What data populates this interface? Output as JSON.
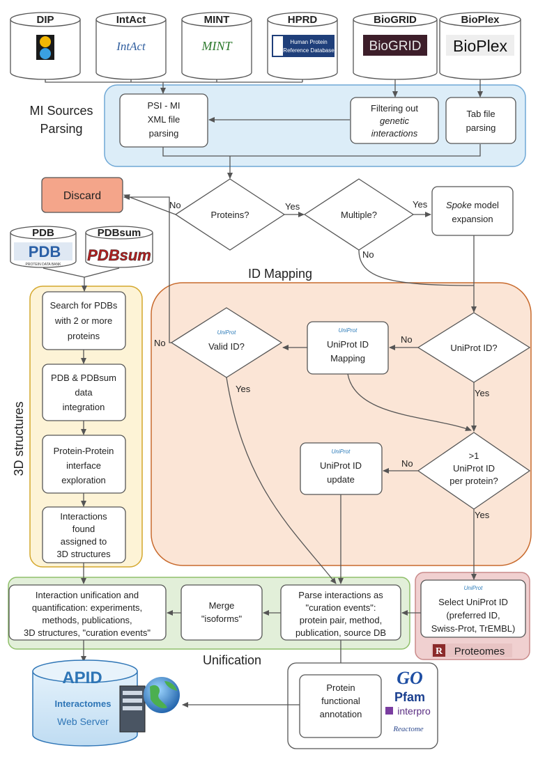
{
  "sources": {
    "dip": "DIP",
    "intact": "IntAct",
    "mint": "MINT",
    "hprd": "HPRD",
    "biogrid": "BioGRID",
    "bioplex": "BioPlex",
    "intact_logo": "IntAct",
    "mint_logo": "MINT",
    "hprd_logo_1": "Human Protein",
    "hprd_logo_2": "Reference Database",
    "biogrid_logo": "BioGRID",
    "bioplex_logo": "BioPlex"
  },
  "sections": {
    "mi_sources": [
      "MI Sources",
      "Parsing"
    ],
    "id_mapping": "ID Mapping",
    "structures_3d": "3D structures",
    "unification": "Unification"
  },
  "boxes": {
    "psi_mi": [
      "PSI - MI",
      "XML file",
      "parsing"
    ],
    "filtering": [
      "Filtering out",
      "genetic",
      "interactions"
    ],
    "tab_file": [
      "Tab file",
      "parsing"
    ],
    "discard": "Discard",
    "spoke": [
      "Spoke",
      "model",
      "expansion"
    ],
    "uniprot_mapping": [
      "UniProt ID",
      "Mapping"
    ],
    "uniprot_update": [
      "UniProt ID",
      "update"
    ],
    "search_pdb": [
      "Search for PDBs",
      "with 2 or more",
      "proteins"
    ],
    "pdb_integration": [
      "PDB & PDBsum",
      "data",
      "integration"
    ],
    "ppi_interface": [
      "Protein-Protein",
      "interface",
      "exploration"
    ],
    "interactions_found": [
      "Interactions",
      "found",
      "assigned to",
      "3D structures"
    ],
    "unify": [
      "Interaction unification and",
      "quantification: experiments,",
      "methods, publications,",
      "3D structures, \"curation events\""
    ],
    "merge": [
      "Merge",
      "\"isoforms\""
    ],
    "parse_events": [
      "Parse interactions as",
      "\"curation events\":",
      "protein pair, method,",
      "publication, source DB"
    ],
    "select_uniprot": [
      "Select UniProt ID",
      "(preferred ID,",
      "Swiss-Prot, TrEMBL)"
    ],
    "functional": [
      "Protein",
      "functional",
      "annotation"
    ]
  },
  "decisions": {
    "proteins": "Proteins?",
    "multiple": "Multiple?",
    "uniprot_id": "UniProt ID?",
    "valid_id": "Valid ID?",
    "gt1": [
      ">1",
      "UniProt ID",
      "per protein?"
    ]
  },
  "edge_labels": {
    "yes": "Yes",
    "no": "No"
  },
  "pdb_sources": {
    "pdb": "PDB",
    "pdbsum": "PDBsum",
    "pdb_logo": "PDB",
    "pdb_logo_sub": "PROTEIN DATA BANK",
    "pdbsum_logo": "PDBsum"
  },
  "uniprot_badge": "UniProt",
  "proteomes": "Proteomes",
  "annotation_logos": {
    "go": "GO",
    "pfam": "Pfam",
    "interpro": "interpro",
    "reactome": "Reactome"
  },
  "apid": {
    "title": "APID",
    "line1": "Interactomes",
    "line2": "Web Server"
  },
  "colors": {
    "mi_fill": "#dcedf8",
    "mi_stroke": "#6fa8d6",
    "mi_text": "#2e75b6",
    "idmap_fill": "#fbe5d6",
    "idmap_stroke": "#c86a2d",
    "idmap_text": "#c55a11",
    "struct_fill": "#fdf3d6",
    "struct_stroke": "#d4a72c",
    "struct_text": "#c99a1c",
    "unif_fill": "#e2efd9",
    "unif_stroke": "#8fbf6a",
    "unif_text": "#548235",
    "discard_fill": "#f4a58a",
    "proteome_fill": "#f0d0d0",
    "apid_blue": "#2e75b6"
  }
}
